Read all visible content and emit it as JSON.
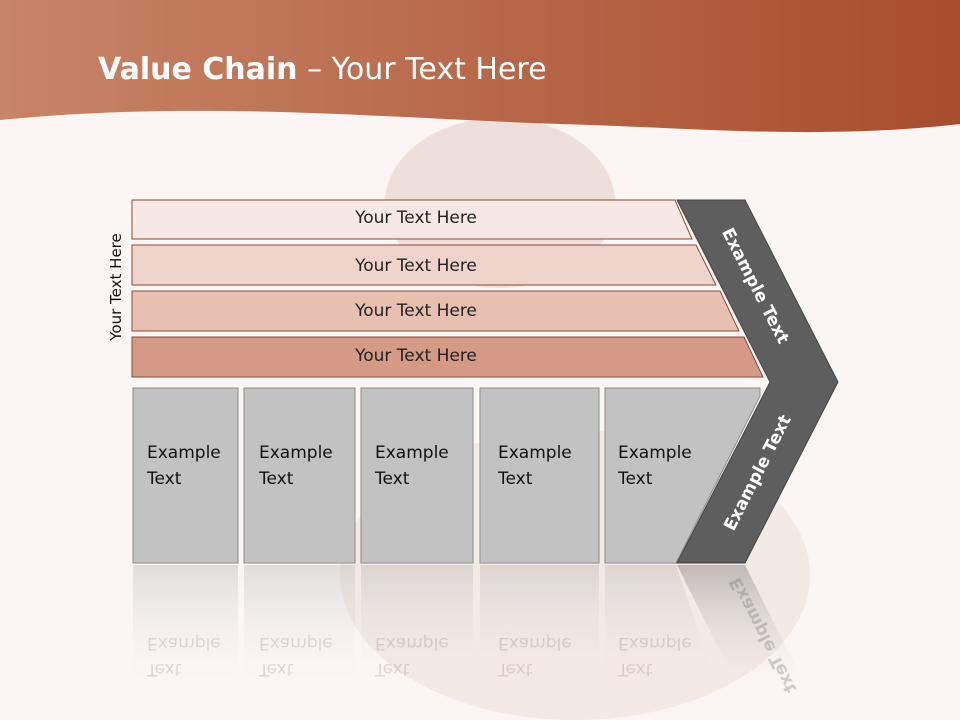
{
  "title": {
    "bold": "Value Chain",
    "rest": " – Your Text Here"
  },
  "side_label": "Your Text Here",
  "rows": [
    "Your Text Here",
    "Your Text Here",
    "Your Text Here",
    "Your Text Here"
  ],
  "boxes": [
    {
      "line1": "Example",
      "line2": "Text"
    },
    {
      "line1": "Example",
      "line2": "Text"
    },
    {
      "line1": "Example",
      "line2": "Text"
    },
    {
      "line1": "Example",
      "line2": "Text"
    },
    {
      "line1": "Example",
      "line2": "Text"
    }
  ],
  "chevron": {
    "upper": "Example Text",
    "lower": "Example Text"
  },
  "colors": {
    "header_left": "#c88468",
    "header_right": "#a84d2c",
    "row1": "#f6e8e4",
    "row2": "#efd4cb",
    "row3": "#e7c0b2",
    "row4": "#d49a85",
    "box": "#c2c2c2",
    "chevron": "#5e5e5e"
  }
}
